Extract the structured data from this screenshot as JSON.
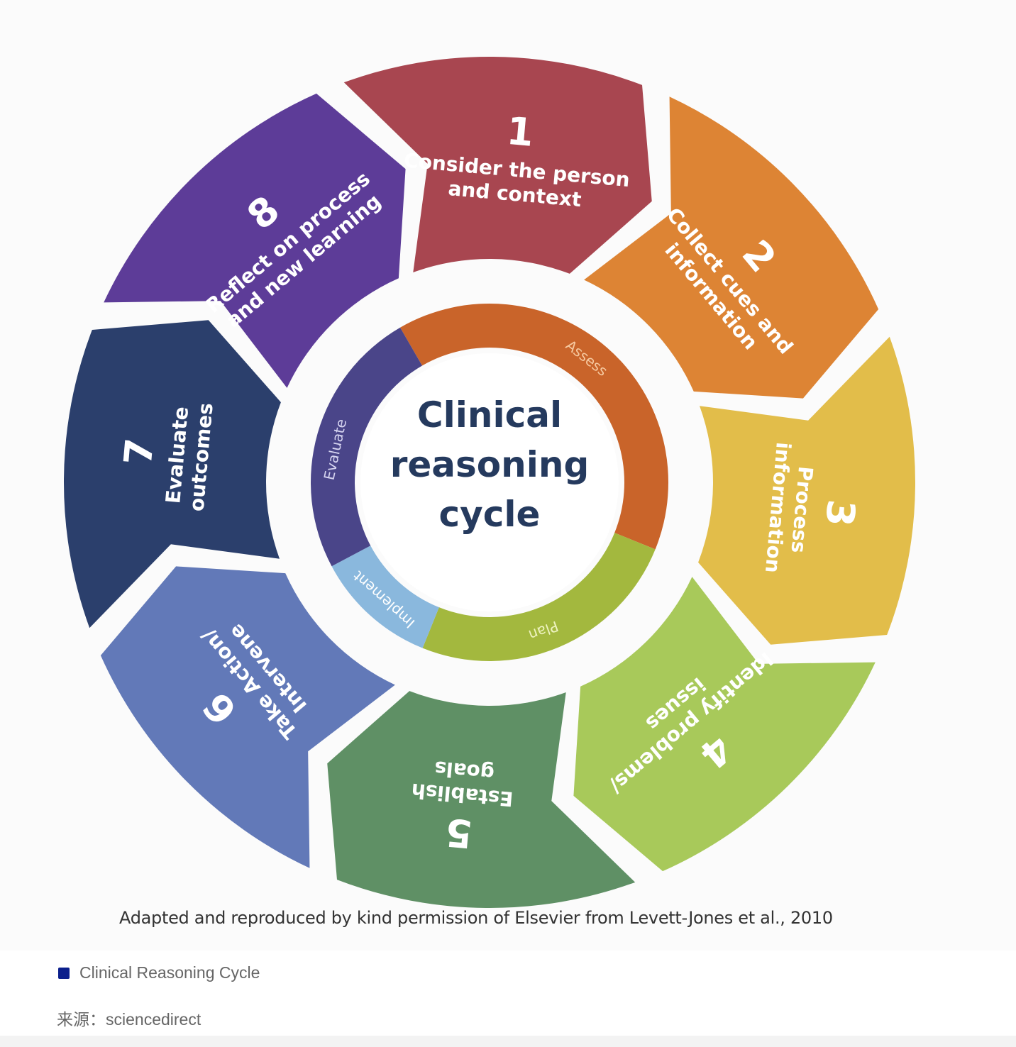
{
  "diagram": {
    "title_lines": [
      "Clinical",
      "reasoning",
      "cycle"
    ],
    "steps": [
      {
        "number": "1",
        "lines": [
          "Consider the person",
          "and context"
        ],
        "color": "#a84650"
      },
      {
        "number": "2",
        "lines": [
          "Collect cues and",
          "information"
        ],
        "color": "#dd8434"
      },
      {
        "number": "3",
        "lines": [
          "Process",
          "information"
        ],
        "color": "#e2bd4a"
      },
      {
        "number": "4",
        "lines": [
          "Identify problems/",
          "issues"
        ],
        "color": "#a8c95a"
      },
      {
        "number": "5",
        "lines": [
          "Establish",
          "goals"
        ],
        "color": "#5f9065"
      },
      {
        "number": "6",
        "lines": [
          "Take Action/",
          "Intervene"
        ],
        "color": "#6279b8"
      },
      {
        "number": "7",
        "lines": [
          "Evaluate",
          "outcomes"
        ],
        "color": "#2b3f6c"
      },
      {
        "number": "8",
        "lines": [
          "Reflect on process",
          "and new learning"
        ],
        "color": "#5d3c98"
      }
    ],
    "phases": [
      {
        "label": "Assess",
        "color": "#c9642a",
        "text_color": "#f6c9a0"
      },
      {
        "label": "Plan",
        "color": "#a3b83e",
        "text_color": "#eef3c0"
      },
      {
        "label": "Implement",
        "color": "#8ab8dd",
        "text_color": "#ffffff"
      },
      {
        "label": "Evaluate",
        "color": "#4a4589",
        "text_color": "#d6d4f0"
      }
    ]
  },
  "credit": "Adapted and reproduced by kind permission of Elsevier from Levett-Jones et al., 2010",
  "caption": {
    "label": "Clinical Reasoning Cycle",
    "bullet_color": "#0b1f8c"
  },
  "source": "来源：sciencedirect"
}
